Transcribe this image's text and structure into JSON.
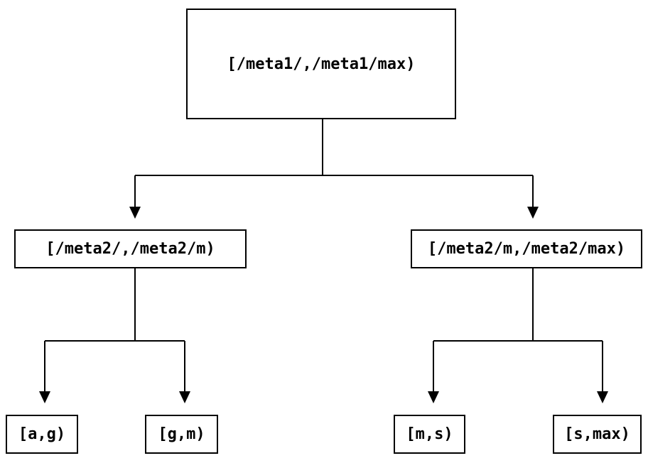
{
  "diagram": {
    "title": "interval-partition-tree",
    "type": "tree",
    "nodes": {
      "root": {
        "id": "root",
        "label": "[/meta1/,/meta1/max)"
      },
      "left": {
        "id": "left",
        "label": "[/meta2/,/meta2/m)"
      },
      "right": {
        "id": "right",
        "label": "[/meta2/m,/meta2/max)"
      },
      "leaf_ag": {
        "id": "leaf_ag",
        "label": "[a,g)"
      },
      "leaf_gm": {
        "id": "leaf_gm",
        "label": "[g,m)"
      },
      "leaf_ms": {
        "id": "leaf_ms",
        "label": "[m,s)"
      },
      "leaf_smax": {
        "id": "leaf_smax",
        "label": "[s,max)"
      }
    },
    "edges": [
      {
        "from": "root",
        "to": "left",
        "arrow": "down"
      },
      {
        "from": "root",
        "to": "right",
        "arrow": "down"
      },
      {
        "from": "left",
        "to": "leaf_ag",
        "arrow": "down"
      },
      {
        "from": "left",
        "to": "leaf_gm",
        "arrow": "down"
      },
      {
        "from": "right",
        "to": "leaf_ms",
        "arrow": "down"
      },
      {
        "from": "right",
        "to": "leaf_smax",
        "arrow": "down"
      }
    ],
    "colors": {
      "background": "#ffffff",
      "line": "#000000",
      "box_border": "#000000",
      "text": "#000000"
    }
  }
}
